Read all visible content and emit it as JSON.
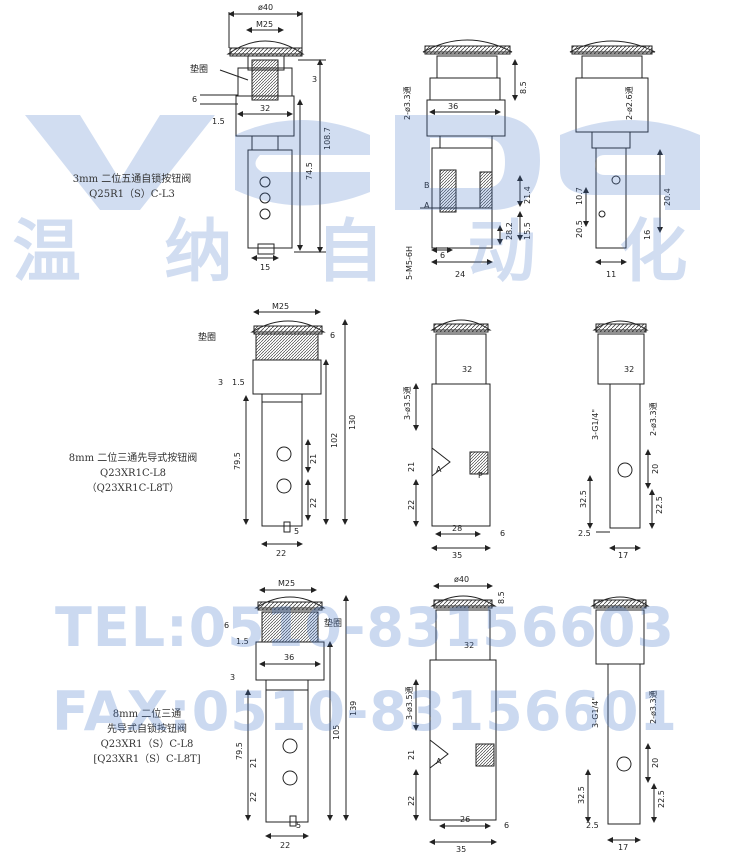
{
  "captions": {
    "row1": {
      "line1": "3mm 二位五通自锁按钮阀",
      "line2": "Q25R1（S）C-L3"
    },
    "row2": {
      "line1": "8mm 二位三通先导式按钮阀",
      "line2": "Q23XR1C-L8",
      "line3": "（Q23XR1C-L8T）"
    },
    "row3": {
      "line1": "8mm 二位三通",
      "line2": "先导式自锁按钮阀",
      "line3": "Q23XR1（S）C-L8",
      "line4": "[Q23XR1（S）C-L8T]"
    }
  },
  "dimensions": {
    "d40": "ø40",
    "m25": "M25",
    "dianquan": "垫圈",
    "v3": "3",
    "v6": "6",
    "v1_5": "1.5",
    "v32": "32",
    "v108_7": "108.7",
    "v74_5": "74.5",
    "v15": "15",
    "h2m3_3": "2-ø3.3通",
    "v8_5": "8.5",
    "v36": "36",
    "labA": "A",
    "labB": "B",
    "v21_4": "21.4",
    "v28_2": "28.2",
    "v15_5": "15.5",
    "m5": "5-M5-6H",
    "v24": "24",
    "h2m2_6": "2-ø2.6通",
    "v20_5": "20.5",
    "v10_7": "10.7",
    "v20_4": "20.4",
    "v16": "16",
    "v11": "11",
    "v130": "130",
    "v102": "102",
    "v79_5": "79.5",
    "v21": "21",
    "v22": "22",
    "v5": "5",
    "h3m3_5": "3-ø3.5通",
    "labP": "P",
    "v28": "28",
    "v35": "35",
    "hG14": "3-G1/4\"",
    "v20": "20",
    "v32_5": "32.5",
    "v22_5": "22.5",
    "v2_5": "2.5",
    "v17": "17",
    "v105": "105",
    "v139": "139",
    "v26": "26"
  },
  "watermark": {
    "logo": "VEDA",
    "brand": "温 纳 自 动 化",
    "tel": "TEL:0510-83156603",
    "fax": "FAX:0510-83156601"
  }
}
